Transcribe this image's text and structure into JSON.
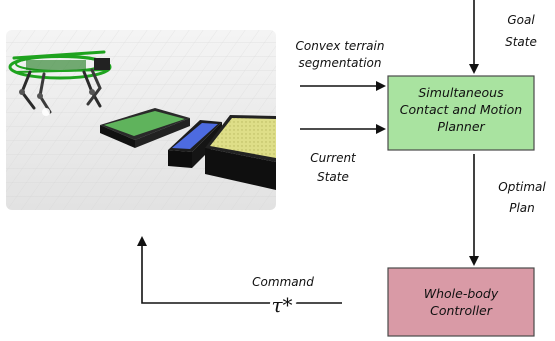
{
  "figure": {
    "boxes": {
      "planner": {
        "lines": [
          "Simultaneous",
          "Contact and Motion",
          "Planner"
        ],
        "fill": "#a9e3a0",
        "stroke": "#4a4a4a"
      },
      "controller": {
        "lines": [
          "Whole-body",
          "Controller"
        ],
        "fill": "#d99aa6",
        "stroke": "#4a4a4a"
      }
    },
    "labels": {
      "goal": [
        "Goal",
        "State"
      ],
      "terrain": [
        "Convex terrain",
        "segmentation"
      ],
      "current": [
        "Current",
        "State"
      ],
      "plan": [
        "Optimal",
        "Plan"
      ],
      "command": "Command",
      "tau": "τ*"
    },
    "scene": {
      "floor_color": "#e6e6e6",
      "robot_color": "#1fa31f",
      "platform_green": "#5fb35c",
      "platform_blue": "#4d6be0",
      "platform_yellow": "#dede88"
    }
  }
}
